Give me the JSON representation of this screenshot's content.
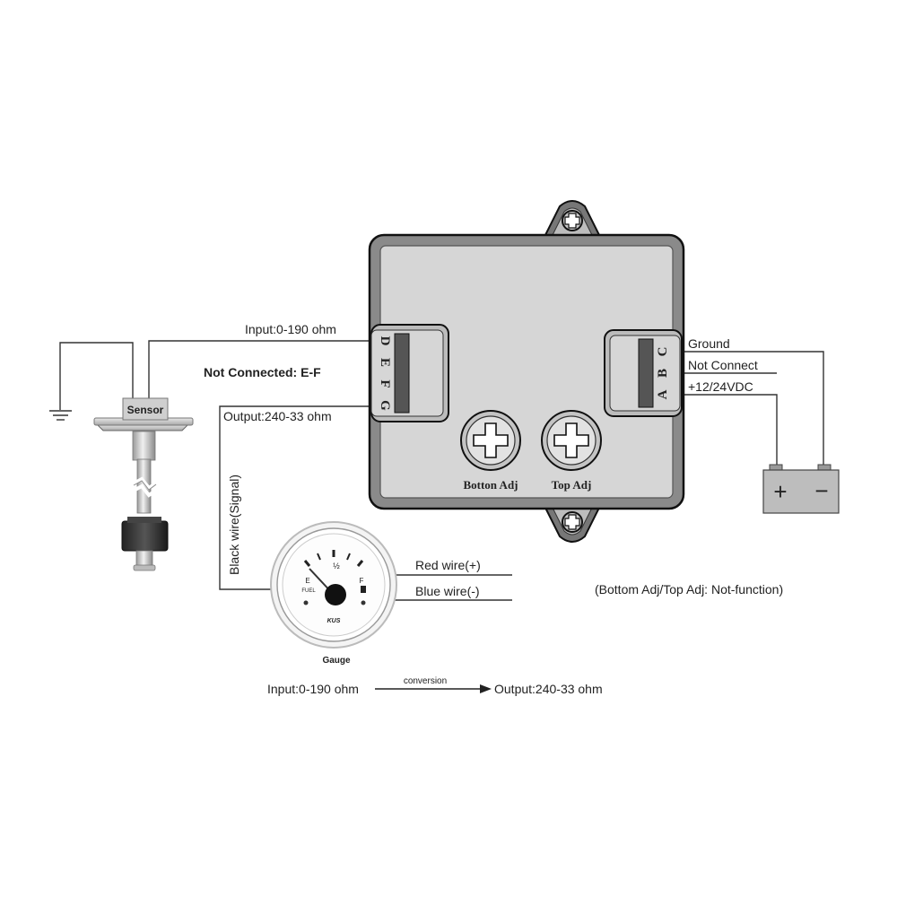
{
  "sensor": {
    "label": "Sensor"
  },
  "converter": {
    "terminals_left": [
      "D",
      "E",
      "F",
      "G"
    ],
    "terminals_right": [
      "C",
      "B",
      "A"
    ],
    "bottom_adj": "Botton Adj",
    "top_adj": "Top Adj"
  },
  "labels": {
    "input": "Input:0-190 ohm",
    "not_connected": "Not Connected: E-F",
    "output": "Output:240-33 ohm",
    "black_wire": "Black wire(Signal)",
    "ground": "Ground",
    "not_connect": "Not Connect",
    "supply": "+12/24VDC",
    "red_wire": "Red wire(+)",
    "blue_wire": "Blue wire(-)",
    "adj_note": "(Bottom Adj/Top Adj: Not-function)"
  },
  "gauge": {
    "label": "Gauge",
    "empty": "E",
    "half": "½",
    "full": "F",
    "fuel": "FUEL",
    "brand": "KUS"
  },
  "battery": {
    "plus": "+",
    "minus": "−"
  },
  "conversion": {
    "input": "Input:0-190 ohm",
    "arrow_label": "conversion",
    "output": "Output:240-33 ohm"
  }
}
